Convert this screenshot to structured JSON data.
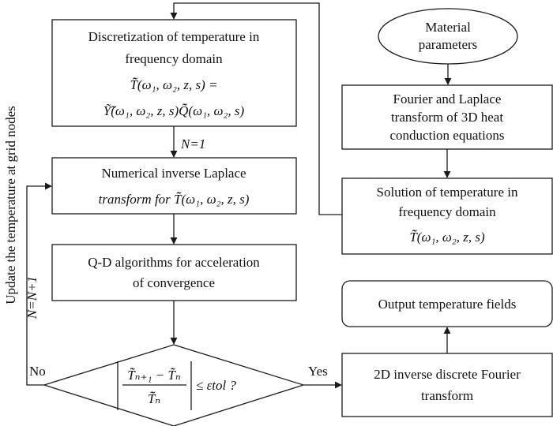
{
  "nodes": {
    "discretization": {
      "lines": [
        "Discretization of temperature in",
        "frequency domain"
      ],
      "eq1": "T̃̃̃(ω₁, ω₂, z, s) =",
      "eq2": "Ỹ̃̃(ω₁, ω₂, z, s)Q̃̃̃(ω₁, ω₂, s)"
    },
    "material": {
      "lines": [
        "Material",
        "parameters"
      ]
    },
    "fourier_laplace": {
      "lines": [
        "Fourier and Laplace",
        "transform of 3D heat",
        "conduction equations"
      ]
    },
    "inverse_laplace": {
      "lines": [
        "Numerical inverse Laplace",
        "transform for T̃̃̃(ω₁, ω₂, z, s)"
      ]
    },
    "solution": {
      "lines": [
        "Solution of temperature in",
        "frequency domain"
      ],
      "eq": "T̃̃̃(ω₁, ω₂, z, s)"
    },
    "qd": {
      "lines": [
        "Q-D algorithms for acceleration",
        "of convergence"
      ]
    },
    "output": {
      "lines": [
        "Output temperature fields"
      ]
    },
    "decision": {
      "num": "T̃̃̃ₙ₊₁ − T̃̃̃ₙ",
      "den": "T̃̃̃ₙ",
      "rhs": "≤ εtol ?"
    },
    "inverse_fourier": {
      "lines": [
        "2D inverse discrete Fourier",
        "transform"
      ]
    }
  },
  "edge_labels": {
    "n_init": "N=1",
    "no": "No",
    "yes": "Yes",
    "n_incr": "N=N+1",
    "loop": "Update the temperature at grid nodes"
  }
}
